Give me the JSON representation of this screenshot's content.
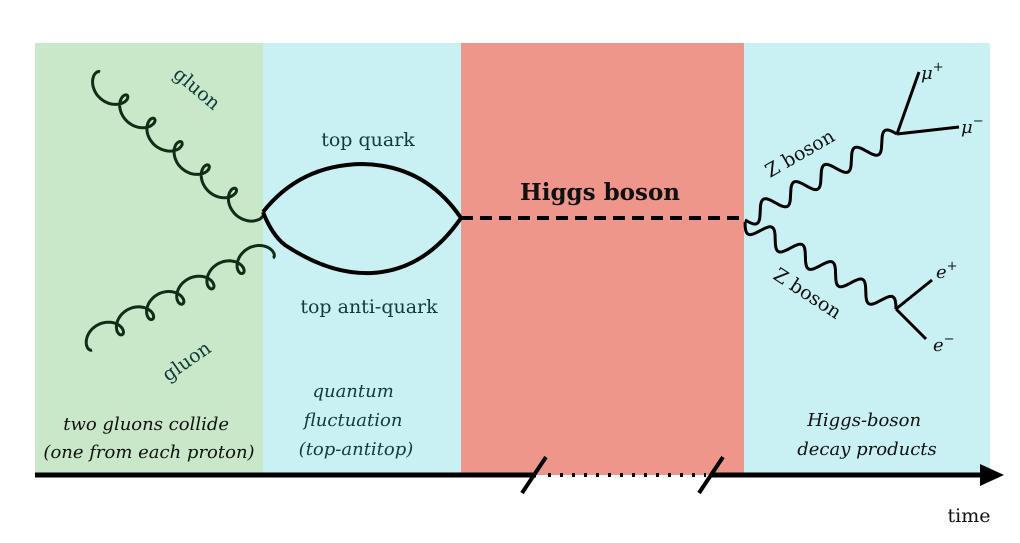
{
  "colors": {
    "collision_panel": "#c9e8c9",
    "fluctuation_panel": "#c9f1f3",
    "higgs_panel": "#ee968a",
    "decay_panel": "#c9f1f3",
    "gluon": "#0f2e18",
    "lines": "#000000"
  },
  "particles": {
    "gluon_top": "gluon",
    "gluon_bottom": "gluon",
    "top_quark": "top quark",
    "top_antiquark": "top anti-quark",
    "higgs": "Higgs boson",
    "z_upper": "Z boson",
    "z_lower": "Z boson",
    "mu_plus": "μ",
    "mu_plus_sup": "+",
    "mu_minus": "μ",
    "mu_minus_sup": "−",
    "e_plus": "e",
    "e_plus_sup": "+",
    "e_minus": "e",
    "e_minus_sup": "−"
  },
  "captions": {
    "collision": [
      "two gluons collide",
      "(one from each proton)"
    ],
    "fluctuation": [
      "quantum",
      "fluctuation",
      "(top-antitop)"
    ],
    "decay": [
      "Higgs-boson",
      "decay products"
    ]
  },
  "axis": {
    "label": "time"
  }
}
